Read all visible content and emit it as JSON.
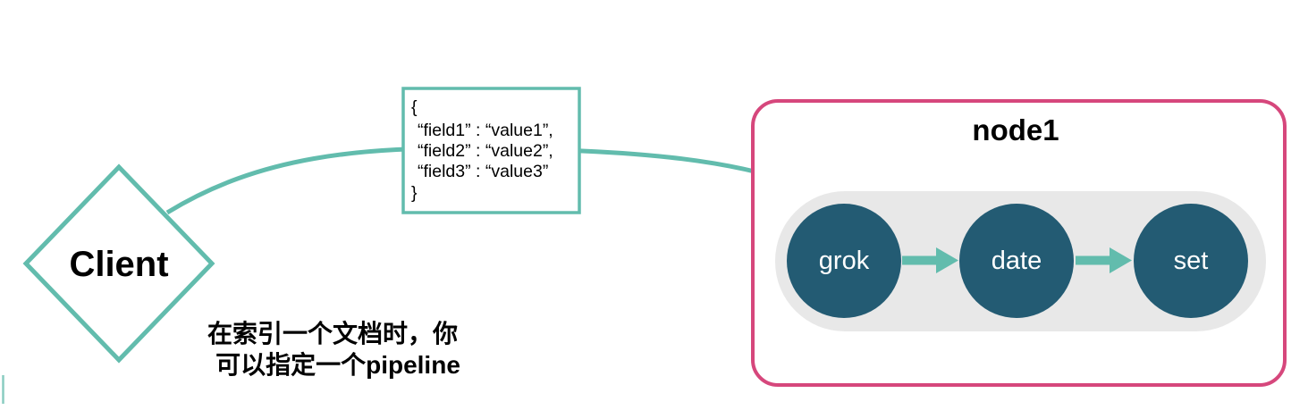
{
  "colors": {
    "teal": "#62BCAD",
    "pink": "#D6477C",
    "node_fill": "#235B73",
    "pill_gray": "#E8E8E8",
    "ink": "#000000",
    "paper": "#FFFFFF"
  },
  "client": {
    "label": "Client"
  },
  "document_box": {
    "lines": [
      "{",
      "“field1” : “value1”,",
      "“field2” : “value2”,",
      "“field3” : “value3”",
      "}"
    ]
  },
  "node": {
    "title": "node1",
    "processors": [
      {
        "label": "grok"
      },
      {
        "label": "date"
      },
      {
        "label": "set"
      }
    ]
  },
  "caption": {
    "line1": "在索引一个文档时，你",
    "line2": "可以指定一个pipeline"
  }
}
